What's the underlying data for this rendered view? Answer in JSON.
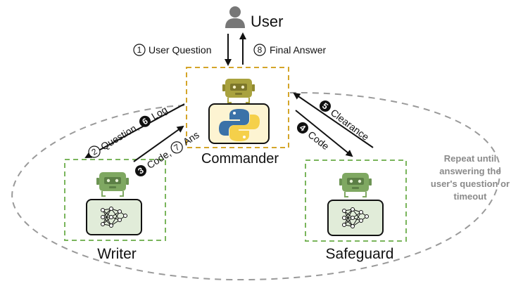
{
  "user": {
    "label": "User"
  },
  "commander": {
    "label": "Commander"
  },
  "writer": {
    "label": "Writer"
  },
  "safeguard": {
    "label": "Safeguard"
  },
  "edges": {
    "user_question": {
      "num": "1",
      "text": "User Question"
    },
    "final_answer": {
      "num": "8",
      "text": "Final Answer"
    },
    "question_num": "2",
    "question_text": "Question,",
    "log_num": "6",
    "log_text": "Log",
    "code_num": "3",
    "code_text": "Code,",
    "ans_num": "7",
    "ans_text": "Ans",
    "clearance": {
      "num": "5",
      "text": "Clearance"
    },
    "code_sg": {
      "num": "4",
      "text": "Code"
    }
  },
  "note": {
    "lines": [
      "Repeat until",
      "answering the",
      "user's question or",
      "timeout"
    ]
  },
  "colors": {
    "commander_border": "#d4a52a",
    "agent_border": "#7ab55c",
    "robot_green": "#7fa862",
    "robot_olive": "#a9a23e",
    "python_bg": "#fdf4d2",
    "python_blue": "#3b72a8",
    "python_yellow": "#f5d04a",
    "nn_bg": "#e1ecd9",
    "loop_dash": "#9a9a9a"
  },
  "icons": {
    "user": "person-icon",
    "commander_bot": "robot-icon",
    "commander_logo": "python-logo-icon",
    "writer_bot": "robot-icon",
    "writer_model": "neural-network-icon",
    "safeguard_bot": "robot-icon",
    "safeguard_model": "neural-network-icon"
  }
}
